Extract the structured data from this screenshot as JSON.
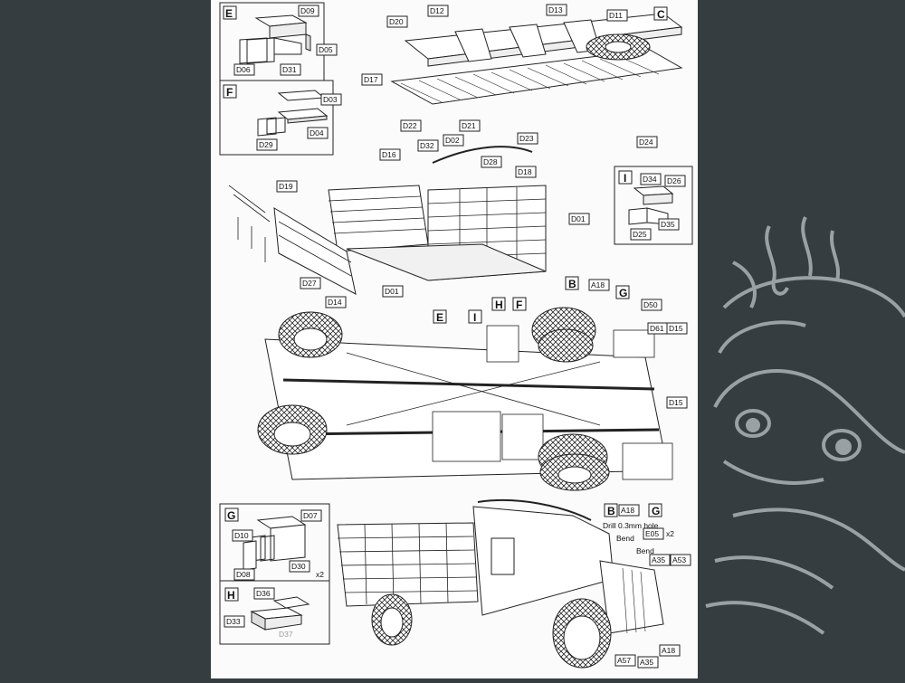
{
  "sheet": {
    "panels": {
      "E": {
        "letter": "E",
        "parts": [
          "D09",
          "D05",
          "D06",
          "D31"
        ]
      },
      "F": {
        "letter": "F",
        "parts": [
          "D03",
          "D04",
          "D29"
        ]
      },
      "I": {
        "letter": "I",
        "parts": [
          "D34",
          "D26",
          "D25",
          "D35"
        ]
      },
      "G": {
        "letter": "G",
        "parts": [
          "D07",
          "D10",
          "D08",
          "D30"
        ],
        "qty": "x2"
      },
      "H": {
        "letter": "H",
        "parts": [
          "D36",
          "D33",
          "D37"
        ]
      }
    },
    "top_assembly": {
      "tag": "C",
      "parts": [
        "D12",
        "D13",
        "D11",
        "D20",
        "D17",
        "D22",
        "D21",
        "D23",
        "D24",
        "D02"
      ]
    },
    "bed_assembly": {
      "parts": [
        "D32",
        "D16",
        "D28",
        "D18",
        "D19",
        "D01",
        "D27",
        "D14",
        "D01"
      ]
    },
    "chassis": {
      "tags": [
        "B",
        "G",
        "E",
        "I",
        "H",
        "F",
        "B",
        "G"
      ],
      "parts": [
        "A18",
        "D50",
        "D61",
        "D15",
        "D15",
        "A18"
      ]
    },
    "final": {
      "note_drill": "Drill 0.3mm hole",
      "note_bend": "Bend",
      "note_bend2": "Bend",
      "part_e05": "E05",
      "qty_e05": "x2",
      "parts": [
        "A35",
        "A53",
        "A18",
        "A57",
        "A35"
      ]
    }
  },
  "colors": {
    "background": "#353d40",
    "sheet": "#fbfbfb",
    "ink": "#111111",
    "mascot": "#9aa0a3"
  },
  "decor": {
    "mascot_icon": "dragon-mascot-icon"
  }
}
